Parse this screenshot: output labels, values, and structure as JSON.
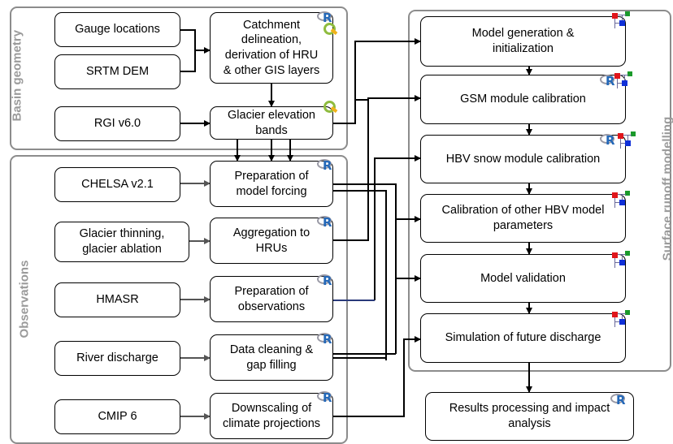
{
  "groups": {
    "basin_geometry": "Basin geometry",
    "observations": "Observations",
    "surface_runoff": "Surface runoff modelling"
  },
  "inputs": {
    "gauge_locations": "Gauge locations",
    "srtm_dem": "SRTM DEM",
    "rgi": "RGI v6.0",
    "chelsa": "CHELSA v2.1",
    "glacier_thinning_1": "Glacier thinning,",
    "glacier_thinning_2": "glacier ablation",
    "hmasr": "HMASR",
    "river_discharge": "River discharge",
    "cmip6": "CMIP 6"
  },
  "processing": {
    "catchment_1": "Catchment",
    "catchment_2": "delineation,",
    "catchment_3": "derivation of HRU",
    "catchment_4": "& other GIS layers",
    "glacier_bands_1": "Glacier elevation",
    "glacier_bands_2": "bands",
    "forcing_1": "Preparation of",
    "forcing_2": "model forcing",
    "aggregation_1": "Aggregation to",
    "aggregation_2": "HRUs",
    "observations_1": "Preparation of",
    "observations_2": "observations",
    "cleaning_1": "Data cleaning &",
    "cleaning_2": "gap filling",
    "downscaling_1": "Downscaling of",
    "downscaling_2": "climate projections"
  },
  "modelling": {
    "generation_1": "Model generation &",
    "generation_2": "initialization",
    "gsm": "GSM module calibration",
    "hbv_snow": "HBV snow module calibration",
    "other_params_1": "Calibration of other HBV model",
    "other_params_2": "parameters",
    "validation": "Model validation",
    "future": "Simulation of future discharge"
  },
  "results": {
    "line_1": "Results processing and impact",
    "line_2": "analysis"
  },
  "icons": {
    "r": "R",
    "r_logo": "r-logo-icon",
    "qgis_logo": "qgis-logo-icon",
    "module_logo": "module-hierarchy-icon"
  },
  "colors": {
    "group_border": "#8c8c8c",
    "group_label": "#9a9a9a",
    "r_blue": "#2468b8",
    "qgis_green": "#8fbc3f",
    "qgis_yellow": "#f0b21a",
    "module_red": "#e0151b",
    "module_blue": "#1030d8",
    "module_green": "#1a9a2a",
    "obs_link_blue": "#2a3a7a"
  }
}
